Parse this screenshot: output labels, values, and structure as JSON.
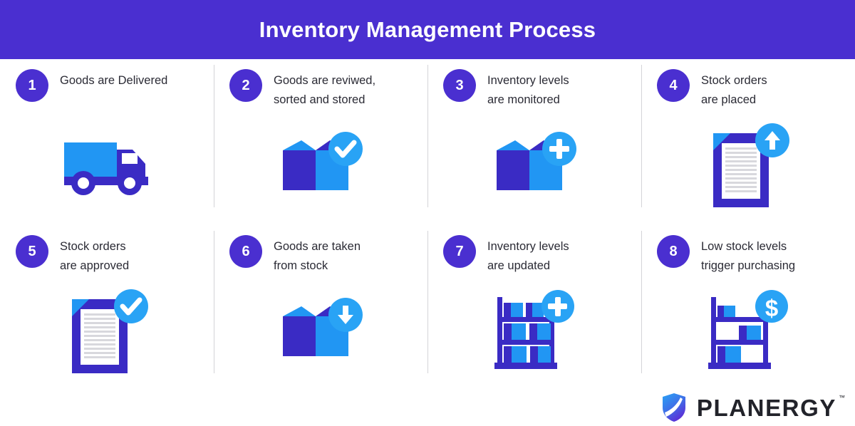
{
  "header": {
    "title": "Inventory Management Process",
    "background_color": "#4a2fd0",
    "text_color": "#ffffff"
  },
  "colors": {
    "purple": "#4a2fd0",
    "deep_purple": "#3a2bc4",
    "light_blue": "#2196f3",
    "badge_blue": "#29a3f5",
    "paper": "#ffffff",
    "paper_line": "#d8d8dd",
    "divider": "#d4d4d8",
    "text": "#2b2b35"
  },
  "steps": [
    {
      "number": "1",
      "label": "Goods are Delivered",
      "icon": "delivery-truck-icon",
      "badge": null
    },
    {
      "number": "2",
      "label": "Goods are reviwed,\nsorted and stored",
      "icon": "open-box-icon",
      "badge": "check-badge-icon"
    },
    {
      "number": "3",
      "label": "Inventory levels\nare monitored",
      "icon": "open-box-icon",
      "badge": "plus-badge-icon"
    },
    {
      "number": "4",
      "label": "Stock orders\nare placed",
      "icon": "document-icon",
      "badge": "arrow-up-badge-icon"
    },
    {
      "number": "5",
      "label": "Stock orders\nare approved",
      "icon": "document-icon",
      "badge": "check-badge-icon"
    },
    {
      "number": "6",
      "label": "Goods are taken\nfrom stock",
      "icon": "open-box-icon",
      "badge": "arrow-down-badge-icon"
    },
    {
      "number": "7",
      "label": "Inventory levels\nare updated",
      "icon": "shelf-full-icon",
      "badge": "plus-badge-icon"
    },
    {
      "number": "8",
      "label": "Low stock levels\ntrigger purchasing",
      "icon": "shelf-low-icon",
      "badge": "dollar-badge-icon"
    }
  ],
  "footer": {
    "brand": "PLANERGY",
    "trademark": "™",
    "logo_icon": "planergy-shield-icon"
  }
}
